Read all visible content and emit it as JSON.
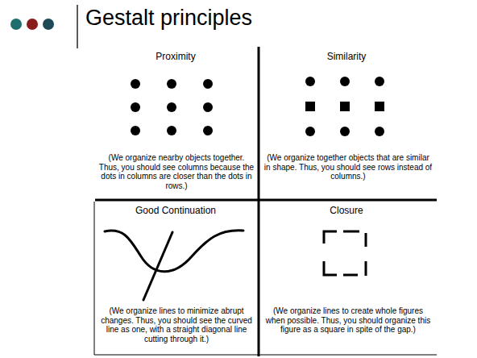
{
  "diagram": {
    "title": "Gestalt principles",
    "labels": [
      "Proximity",
      "Similarity",
      "(We organize nearby objects together. Thus, you should see columns because the dots in columns are closer than the dots in rows.)",
      "(We organize together objects that are similar in shape. Thus, you should see rows instead of columns.)",
      "Good Continuation",
      "Closure",
      "(We organize lines to minimize abrupt changes. Thus, you should see the curved line as one, with a straight diagonal line cutting through it.)",
      "(We organize lines to create whole figures when possible. Thus, you should organize this figure as a square in spite of the gap.)"
    ]
  }
}
